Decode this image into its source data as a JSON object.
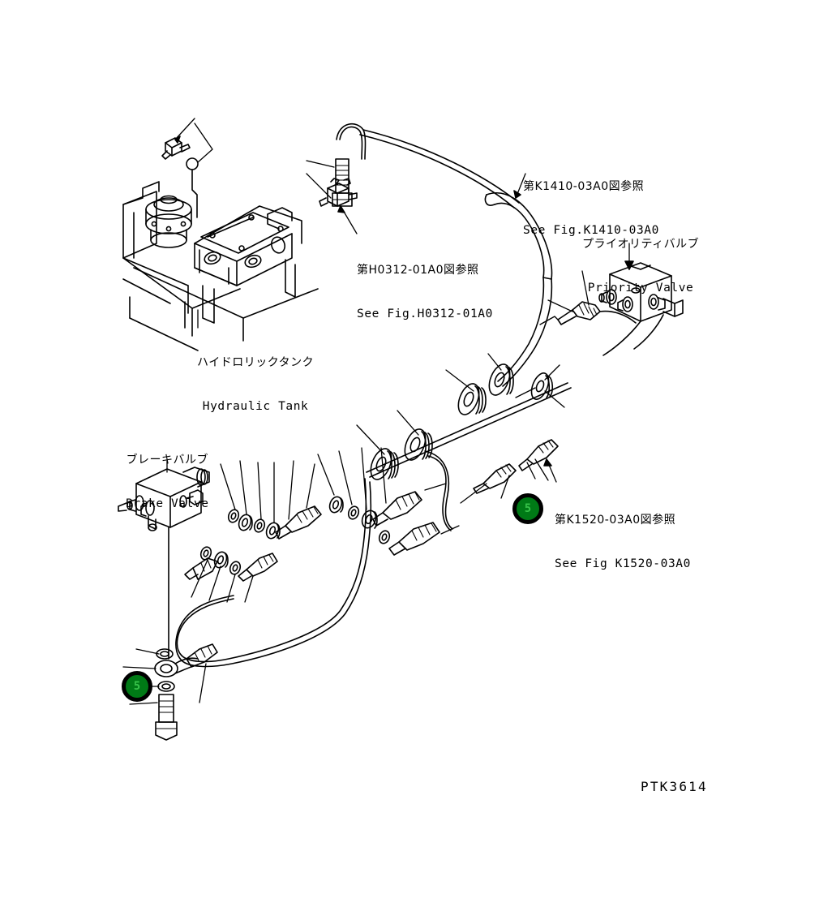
{
  "diagram": {
    "drawing_number": "PTK3614",
    "background_color": "#ffffff",
    "line_color": "#000000",
    "balloon_fill_color": "#007a16",
    "balloon_ring_color": "#000000",
    "balloon_text_color": "#37c24a"
  },
  "labels": {
    "hydraulic_tank": {
      "jp": "ハイドロリックタンク",
      "en": "Hydraulic Tank"
    },
    "priority_valve": {
      "jp": "プライオリティバルブ",
      "en": "Priority Valve"
    },
    "brake_valve": {
      "jp": "ブレーキバルブ",
      "en": "Brake Valve"
    },
    "ref_k1410": {
      "jp": "第K1410-03A0図参照",
      "en": "See Fig.K1410-03A0"
    },
    "ref_h0312": {
      "jp": "第H0312-01A0図参照",
      "en": "See Fig.H0312-01A0"
    },
    "ref_k1520": {
      "jp": "第K1520-03A0図参照",
      "en": "See Fig K1520-03A0"
    }
  },
  "balloons": [
    {
      "number": "5",
      "name": "balloon-item-5-right"
    },
    {
      "number": "5",
      "name": "balloon-item-5-bottom"
    }
  ]
}
